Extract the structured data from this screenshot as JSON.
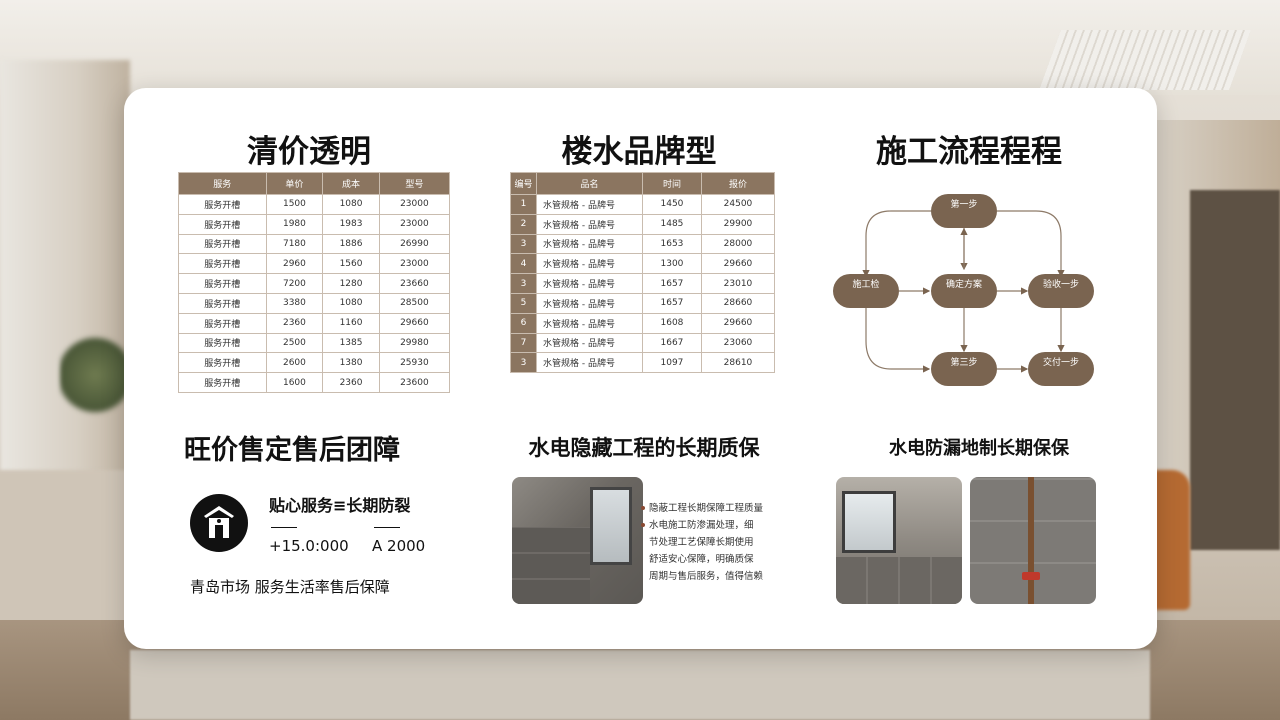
{
  "panel1": {
    "title": "清价透明",
    "table": {
      "headers": [
        "服务",
        "单价",
        "成本",
        "型号"
      ],
      "rows": [
        [
          "服务开槽",
          "1500",
          "1080",
          "23000"
        ],
        [
          "服务开槽",
          "1980",
          "1983",
          "23000"
        ],
        [
          "服务开槽",
          "7180",
          "1886",
          "26990"
        ],
        [
          "服务开槽",
          "2960",
          "1560",
          "23000"
        ],
        [
          "服务开槽",
          "7200",
          "1280",
          "23660"
        ],
        [
          "服务开槽",
          "3380",
          "1080",
          "28500"
        ],
        [
          "服务开槽",
          "2360",
          "1160",
          "29660"
        ],
        [
          "服务开槽",
          "2500",
          "1385",
          "29980"
        ],
        [
          "服务开槽",
          "2600",
          "1380",
          "25930"
        ],
        [
          "服务开槽",
          "1600",
          "2360",
          "23600"
        ]
      ]
    }
  },
  "panel2": {
    "title": "楼水品牌型",
    "table": {
      "headers": [
        "编号",
        "品名",
        "时间",
        "报价"
      ],
      "rows": [
        [
          "1",
          "水管规格 - 品牌号",
          "1450",
          "24500"
        ],
        [
          "2",
          "水管规格 - 品牌号",
          "1485",
          "29900"
        ],
        [
          "3",
          "水管规格 - 品牌号",
          "1653",
          "28000"
        ],
        [
          "4",
          "水管规格 - 品牌号",
          "1300",
          "29660"
        ],
        [
          "3",
          "水管规格 - 品牌号",
          "1657",
          "23010"
        ],
        [
          "5",
          "水管规格 - 品牌号",
          "1657",
          "28660"
        ],
        [
          "6",
          "水管规格 - 品牌号",
          "1608",
          "29660"
        ],
        [
          "7",
          "水管规格 - 品牌号",
          "1667",
          "23060"
        ],
        [
          "3",
          "水管规格 - 品牌号",
          "1097",
          "28610"
        ]
      ]
    }
  },
  "panel3": {
    "title": "施工流程程程",
    "nodes": {
      "top": "第一步",
      "center": "确定方案",
      "left": "施工检",
      "right": "验收一步",
      "bottom_center": "第三步",
      "bottom_right": "交付一步"
    }
  },
  "panel4": {
    "title": "旺价售定售后团障",
    "headline": "贴心服务≡长期防裂",
    "left_value": "+15.0:000",
    "right_value": "A 2000",
    "footer": "青岛市场 服务生活率售后保障"
  },
  "panel5": {
    "title": "水电隐藏工程的长期质保",
    "bullets": [
      "隐蔽工程长期保障工程质量",
      "水电施工防渗漏处理，细",
      "节处理工艺保障长期使用",
      "舒适安心保障，明确质保",
      "周期与售后服务，值得信赖"
    ]
  },
  "panel6": {
    "title": "水电防漏地制长期保保"
  },
  "colors": {
    "accent": "#8b7560",
    "node": "#7a6450",
    "card": "#ffffff"
  }
}
